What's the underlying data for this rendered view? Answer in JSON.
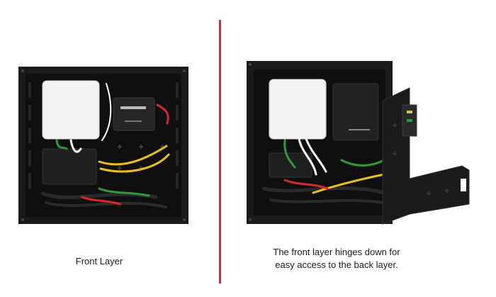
{
  "left": {
    "caption": "Front Layer"
  },
  "right": {
    "caption_line1": "The front layer hinges down for",
    "caption_line2": "easy access to the back layer."
  },
  "colors": {
    "divider": "#e0262c",
    "enclosure": "#1c1c1c",
    "router": "#f2f2f2",
    "cable_yellow": "#e8c21a",
    "cable_green": "#2f9a3a",
    "cable_red": "#d42a2a"
  }
}
